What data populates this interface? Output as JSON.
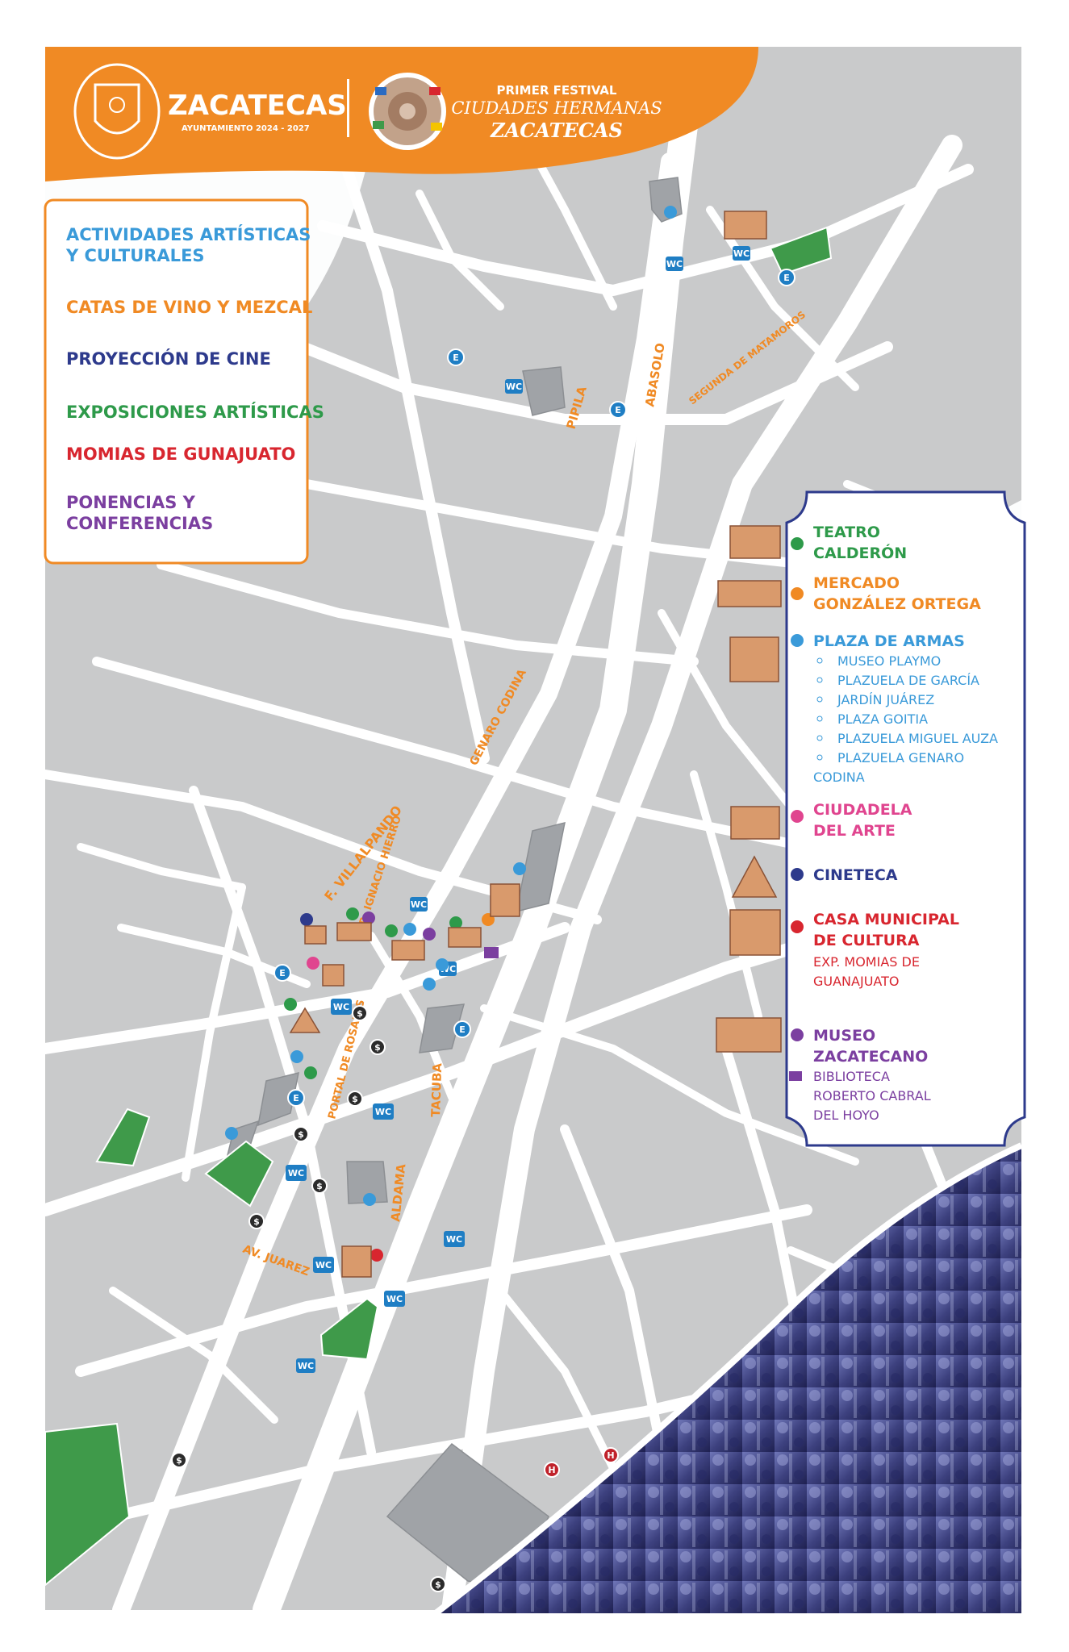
{
  "header": {
    "city_name": "ZACATECAS",
    "city_sub": "AYUNTAMIENTO 2024 - 2027",
    "festival_line1": "PRIMER FESTIVAL",
    "festival_line2": "CIUDADES HERMANAS",
    "festival_line3": "ZACATECAS",
    "brand_color": "#f08a24"
  },
  "categories": {
    "items": [
      {
        "line1": "ACTIVIDADES ARTÍSTICAS",
        "line2": "Y CULTURALES",
        "color": "#3a9ad9"
      },
      {
        "line1": "CATAS DE VINO Y MEZCAL",
        "line2": "",
        "color": "#f08a24"
      },
      {
        "line1": "PROYECCIÓN DE CINE",
        "line2": "",
        "color": "#2d3a8c"
      },
      {
        "line1": "EXPOSICIONES ARTÍSTICAS",
        "line2": "",
        "color": "#2e9a4a"
      },
      {
        "line1": "MOMIAS DE GUNAJUATO",
        "line2": "",
        "color": "#d8262f"
      },
      {
        "line1": "PONENCIAS Y",
        "line2": "CONFERENCIAS",
        "color": "#7b3fa0"
      }
    ]
  },
  "streets": {
    "pipila": "PIPILA",
    "abasolo": "ABASOLO",
    "matamoros": "SEGUNDA DE MATAMOROS",
    "codina": "GENARO CODINA",
    "villalpando": "F. VILLALPANDO",
    "hierro": "DR. IGNACIO HIERRO",
    "rosales": "PORTAL DE ROSALES",
    "tacuba": "TACUBA",
    "aldama": "ALDAMA",
    "juarez": "AV. JUAREZ"
  },
  "icons": {
    "wc": "WC",
    "parking": "E",
    "bank": "$",
    "hospital": "H"
  },
  "venues": {
    "teatro_1": "TEATRO",
    "teatro_2": "CALDERÓN",
    "teatro_color": "#2e9a4a",
    "mercado_1": "MERCADO",
    "mercado_2": "GONZÁLEZ ORTEGA",
    "mercado_color": "#f08a24",
    "plaza": "PLAZA DE ARMAS",
    "plaza_color": "#3a9ad9",
    "plaza_subs": [
      "MUSEO PLAYMO",
      "PLAZUELA DE GARCÍA",
      "JARDÍN JUÁREZ",
      "PLAZA GOITIA",
      "PLAZUELA MIGUEL AUZA",
      "PLAZUELA GENARO"
    ],
    "plaza_sub_cont": "CODINA",
    "ciudadela_1": "CIUDADELA",
    "ciudadela_2": "DEL ARTE",
    "ciudadela_color": "#e0458f",
    "cineteca": "CINETECA",
    "cineteca_color": "#2d3a8c",
    "casa_1": "CASA MUNICIPAL",
    "casa_2": "DE CULTURA",
    "casa_sub1": "EXP. MOMIAS DE",
    "casa_sub2": "GUANAJUATO",
    "casa_color": "#d8262f",
    "museo_1": "MUSEO",
    "museo_2": "ZACATECANO",
    "museo_color": "#7b3fa0",
    "biblio_1": "BIBLIOTECA",
    "biblio_2": "ROBERTO CABRAL",
    "biblio_3": "DEL HOYO"
  }
}
